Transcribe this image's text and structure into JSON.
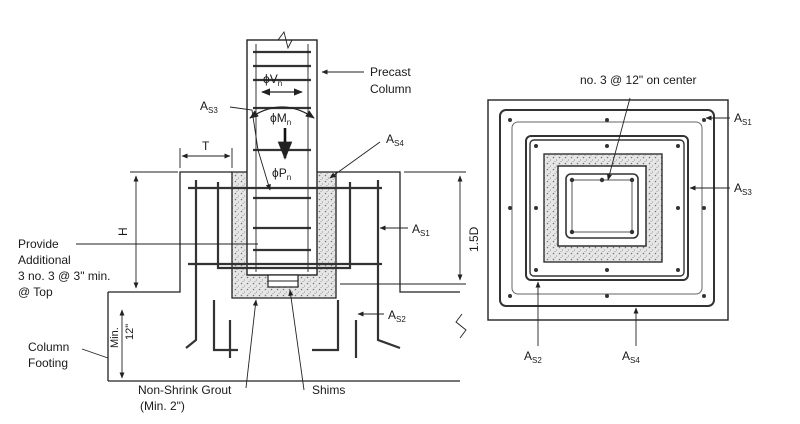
{
  "labels": {
    "vn": "ϕV",
    "vn_sub": "n",
    "mn": "ϕM",
    "mn_sub": "n",
    "pn": "ϕP",
    "pn_sub": "n",
    "precast_1": "Precast",
    "precast_2": "Column",
    "as3": "A",
    "as3_sub": "S3",
    "as4": "A",
    "as4_sub": "S4",
    "t": "T",
    "h": "H",
    "onefived": "1.5D",
    "as1": "A",
    "as1_sub": "S1",
    "provide_1": "Provide",
    "provide_2": "Additional",
    "provide_3": "3 no. 3 @ 3\" min.",
    "provide_4": "@ Top",
    "as2": "A",
    "as2_sub": "S2",
    "min": "Min.",
    "twelve": "12\"",
    "footing_1": "Column",
    "footing_2": "Footing",
    "grout_1": "Non-Shrink Grout",
    "grout_2": "(Min. 2\")",
    "shims": "Shims",
    "plan_note": "no. 3 @ 12\" on center",
    "p_as1": "A",
    "p_as1_sub": "S1",
    "p_as3": "A",
    "p_as3_sub": "S3",
    "p_as2": "A",
    "p_as2_sub": "S2",
    "p_as4": "A",
    "p_as4_sub": "S4"
  }
}
